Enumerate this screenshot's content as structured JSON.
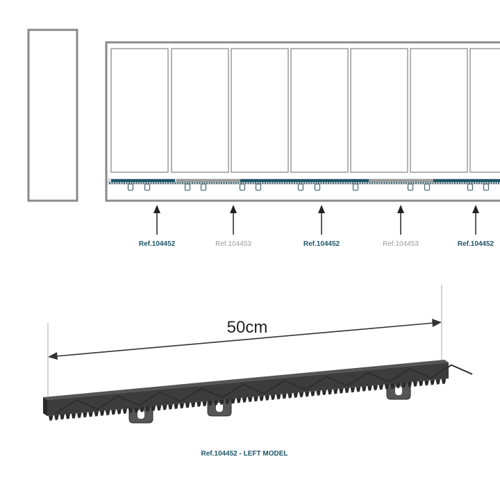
{
  "gate_references": [
    {
      "label": "Ref.104452",
      "style": "primary"
    },
    {
      "label": "Ref.104453",
      "style": "secondary"
    },
    {
      "label": "Ref.104452",
      "style": "primary"
    },
    {
      "label": "Ref.104453",
      "style": "secondary"
    },
    {
      "label": "Ref.104452",
      "style": "primary"
    }
  ],
  "dimension": {
    "label": "50cm"
  },
  "caption": "Ref.104452 - LEFT MODEL",
  "colors": {
    "primary": "#1d5566",
    "secondary": "#9b9b9b",
    "frame": "#8a8a8a",
    "rack": "#3c3c3c",
    "rack_dark": "#2a2a2a",
    "rack_light": "#555555"
  }
}
